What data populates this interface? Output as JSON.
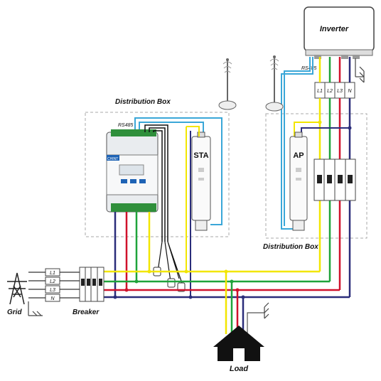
{
  "labels": {
    "inverter": "Inverter",
    "rs485_top": "RS485",
    "rs485_left": "RS485",
    "distribution_box_left": "Distribution Box",
    "distribution_box_right": "Distribution Box",
    "sta": "STA",
    "ap": "AP",
    "grid": "Grid",
    "breaker": "Breaker",
    "load": "Load",
    "meter_brand": "CHINT"
  },
  "phases": [
    "L1",
    "L2",
    "L3",
    "N"
  ],
  "inverter_terminals": [
    "L1",
    "L2",
    "L3",
    "N"
  ],
  "colors": {
    "L1": "#f2e600",
    "L2": "#1fa33a",
    "L3": "#d0112b",
    "N": "#2b2d7a",
    "rs485": "#3aa7d8",
    "ct": "#111111"
  }
}
